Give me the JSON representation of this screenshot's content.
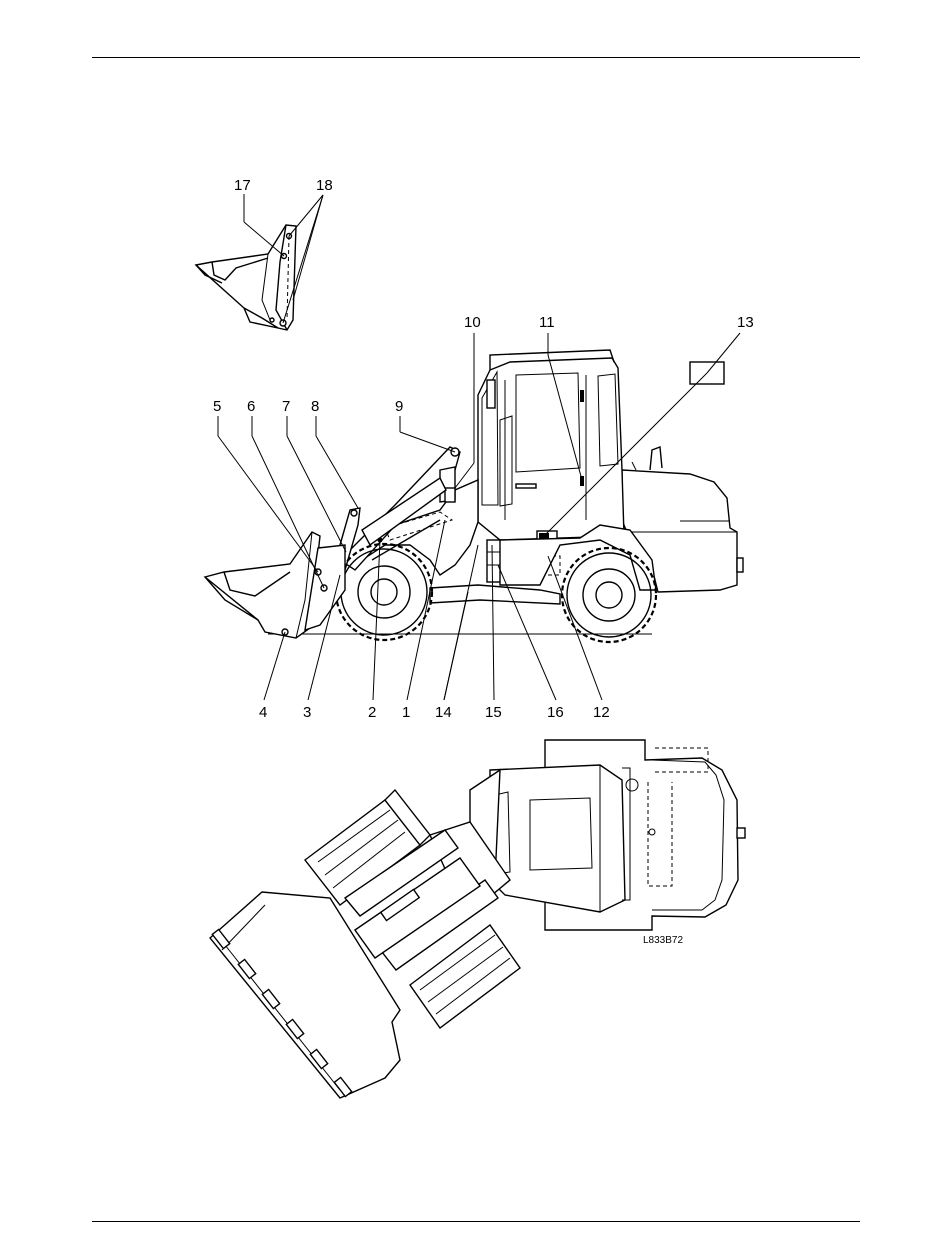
{
  "labels": {
    "l1": "1",
    "l2": "2",
    "l3": "3",
    "l4": "4",
    "l5": "5",
    "l6": "6",
    "l7": "7",
    "l8": "8",
    "l9": "9",
    "l10": "10",
    "l11": "11",
    "l12": "12",
    "l13": "13",
    "l14": "14",
    "l15": "15",
    "l16": "16",
    "l17": "17",
    "l18": "18"
  },
  "figure_code": "L833B72"
}
